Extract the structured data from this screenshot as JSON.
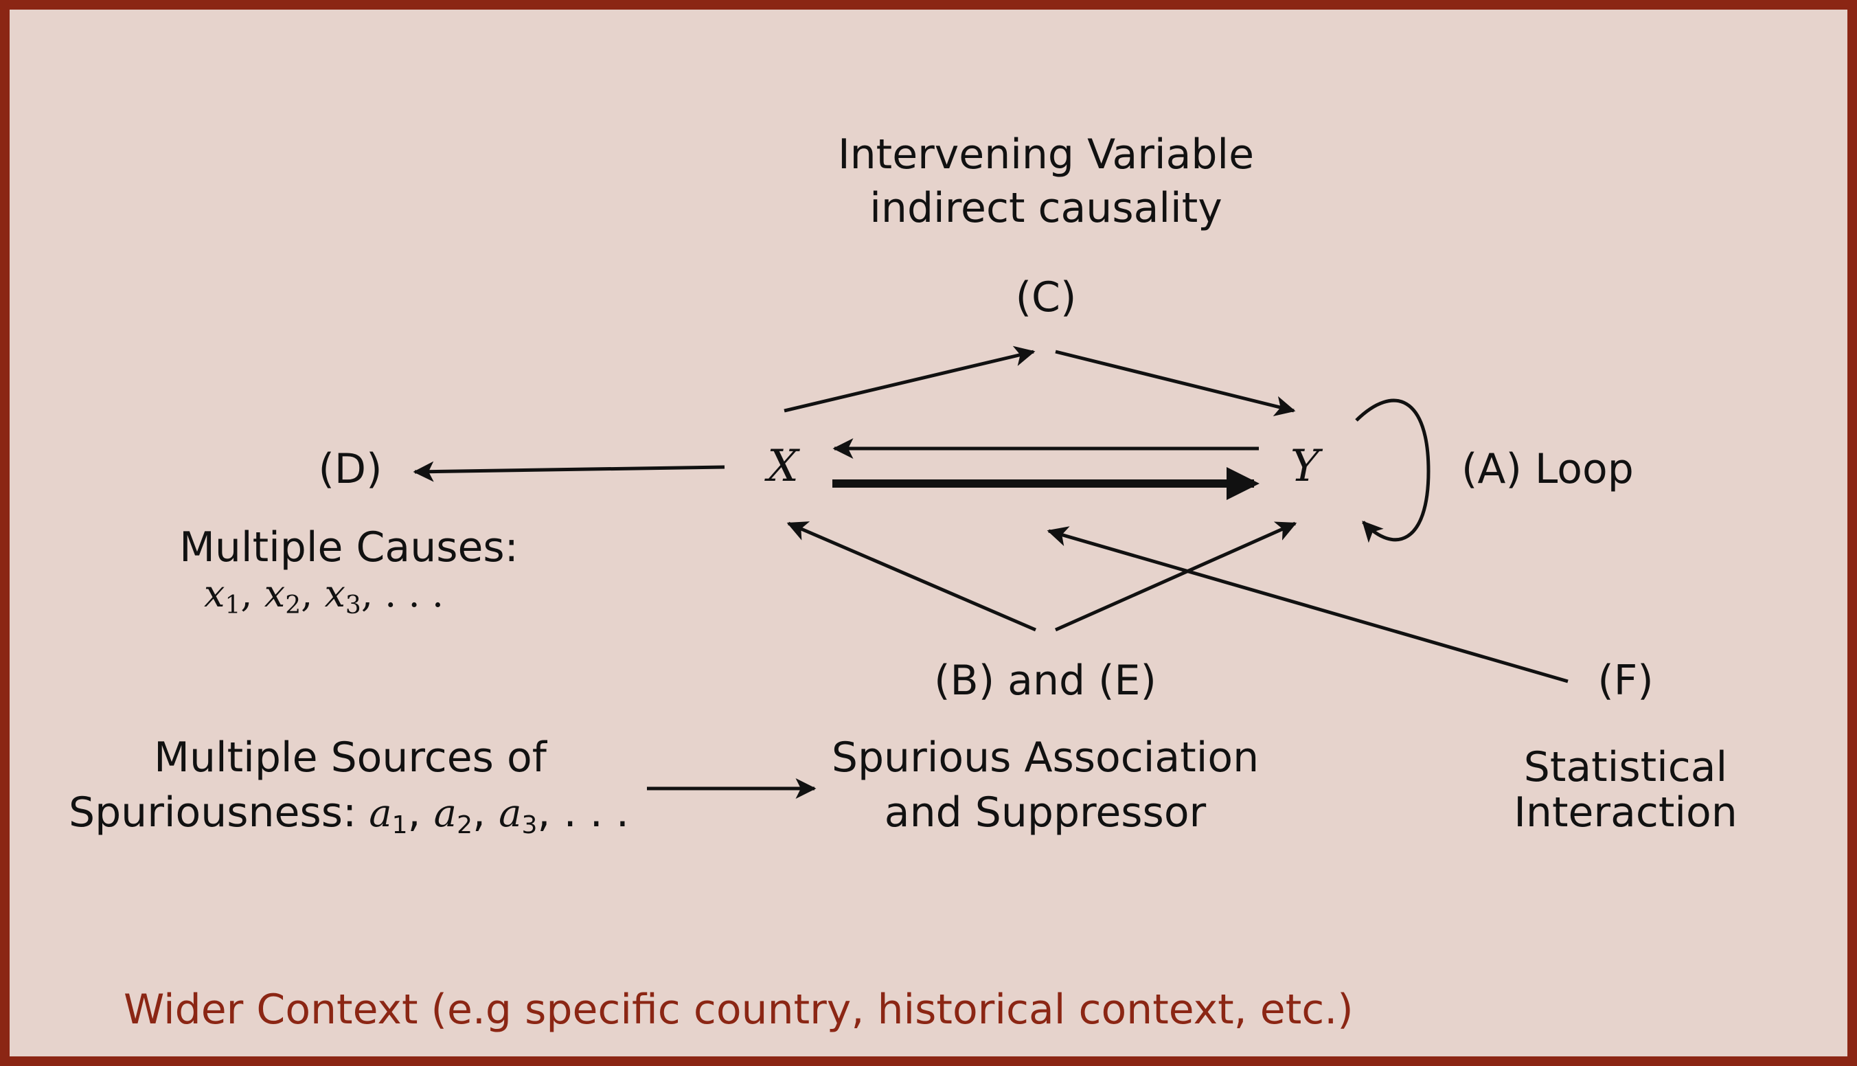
{
  "diagram": {
    "intervening": {
      "line1": "Intervening Variable",
      "line2": "indirect causality"
    },
    "label_c": "(C)",
    "label_d": "(D)",
    "node_x": "X",
    "node_y": "Y",
    "label_a": "(A) Loop",
    "multiple_causes": {
      "title": "Multiple Causes:",
      "vars": [
        "x",
        "x",
        "x"
      ],
      "subs": [
        "1",
        "2",
        "3"
      ],
      "ellipsis": ". . ."
    },
    "label_be": "(B) and (E)",
    "label_f": "(F)",
    "sources": {
      "line1": "Multiple Sources of",
      "line2_prefix": "Spuriousness:",
      "vars": [
        "a",
        "a",
        "a"
      ],
      "subs": [
        "1",
        "2",
        "3"
      ],
      "ellipsis": ". . ."
    },
    "spurious": {
      "line1": "Spurious Association",
      "line2": "and Suppressor"
    },
    "statistical": {
      "line1": "Statistical",
      "line2": "Interaction"
    },
    "wider_context": "Wider Context (e.g specific country, historical context, etc.)"
  },
  "colors": {
    "background": "#e6d3cc",
    "border": "#8b2614",
    "context_text": "#8b2614",
    "ink": "#111111"
  }
}
